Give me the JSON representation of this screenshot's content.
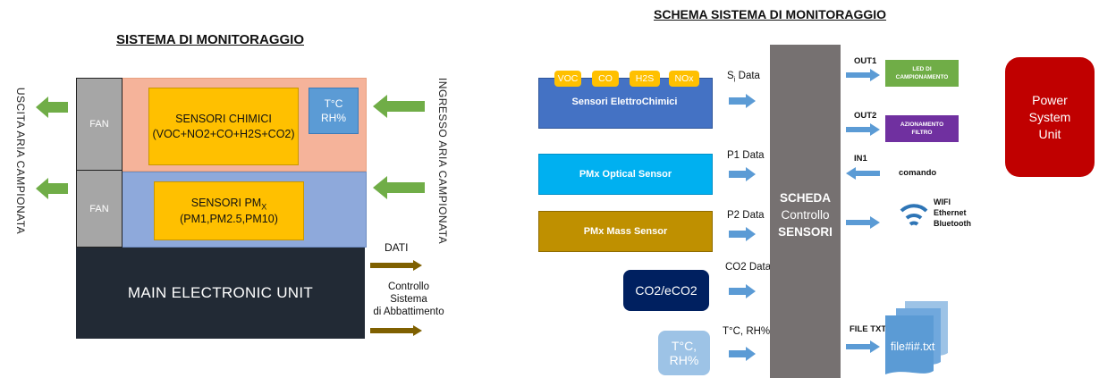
{
  "left": {
    "title": "SISTEMA DI MONITORAGGIO",
    "outlet_label": "USCITA ARIA CAMPIONATA",
    "inlet_label": "INGRESSO ARIA CAMPIONATA",
    "fan_label": "FAN",
    "chem_title": "SENSORI CHIMICI",
    "chem_detail": "(VOC+NO2+CO+H2S+CO2)",
    "temp_line1": "T°C",
    "temp_line2": "RH%",
    "pm_title_main": "SENSORI PM",
    "pm_title_sub": "X",
    "pm_detail": "(PM1,PM2.5,PM10)",
    "main_unit": "MAIN ELECTRONIC UNIT",
    "dati": "DATI",
    "control_lines": [
      "Controllo",
      "Sistema",
      "di Abbattimento"
    ]
  },
  "right": {
    "title": "SCHEMA SISTEMA DI MONITORAGGIO",
    "gas_chips": [
      "VOC",
      "CO",
      "H2S",
      "NOx"
    ],
    "electrochem": "Sensori ElettroChimici",
    "optical": "PMx Optical Sensor",
    "mass": "PMx Mass Sensor",
    "co2": "CO2/eCO2",
    "temp_line1": "T°C,",
    "temp_line2": "RH%",
    "si_data_main": "S",
    "si_data_sub": "i",
    "si_data_rest": " Data",
    "p1_data": "P1 Data",
    "p2_data": "P2 Data",
    "co2_data": "CO2 Data",
    "temp_data": "T°C, RH%",
    "board_lines": [
      "SCHEDA",
      "Controllo",
      "SENSORI"
    ],
    "out1": "OUT1",
    "out2": "OUT2",
    "in1": "IN1",
    "led_line1": "LED DI",
    "led_line2": "CAMPIONAMENTO",
    "filter_line1": "AZIONAMENTO",
    "filter_line2": "FILTRO",
    "comando": "comando",
    "wireless": [
      "WIFI",
      "Ethernet",
      "Bluetooth"
    ],
    "file_label": "FILE TXT",
    "file_name": "file#i#.txt",
    "power_lines": [
      "Power",
      "System",
      "Unit"
    ]
  },
  "colors": {
    "chem_bg": "#F5B39A",
    "pm_bg": "#8EA9DB",
    "fan": "#A6A6A6",
    "sensor_yellow": "#FFC000",
    "main_unit": "#222A35",
    "arrow_green": "#70AD47",
    "arrow_olive": "#7F6000",
    "arrow_blue": "#5B9BD5",
    "board": "#767171",
    "electrochem_blue": "#4472C4",
    "optical_cyan": "#00B0F0",
    "mass_gold": "#BF9000",
    "co2_navy": "#002060",
    "temp_light": "#9DC3E6",
    "led_green": "#70AD47",
    "filter_purple": "#7030A0",
    "power_red": "#C00000"
  }
}
